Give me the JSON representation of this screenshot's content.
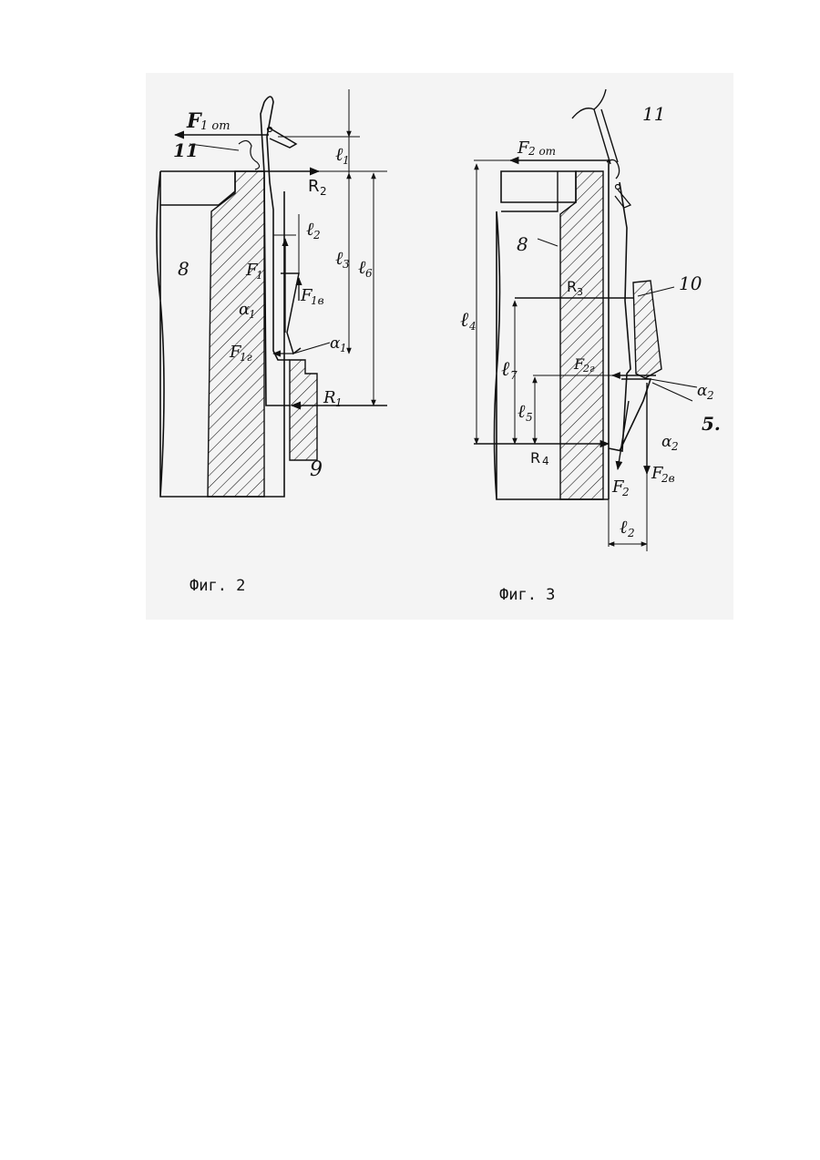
{
  "figures": [
    {
      "caption": "Фиг. 2",
      "labels": {
        "force_pull": "F",
        "force_pull_sub": "1 от",
        "part_11": "11",
        "part_8": "8",
        "part_9": "9",
        "R2": "R",
        "R2_sub": "2",
        "R1": "R",
        "R1_sub": "1",
        "F1": "F",
        "F1_sub": "1",
        "F1v": "F",
        "F1v_sub": "1в",
        "F1g": "F",
        "F1g_sub": "1г",
        "alpha1a": "α",
        "alpha1a_sub": "1",
        "alpha1b": "α",
        "alpha1b_sub": "1",
        "l1": "ℓ",
        "l1_sub": "1",
        "l2": "ℓ",
        "l2_sub": "2",
        "l3": "ℓ",
        "l3_sub": "3",
        "l6": "ℓ",
        "l6_sub": "6"
      }
    },
    {
      "caption": "Фиг. 3",
      "labels": {
        "force_pull": "F",
        "force_pull_sub": "2 от",
        "part_11": "11",
        "part_8": "8",
        "part_10": "10",
        "part_5": "5.",
        "R3": "R",
        "R3_sub": "3",
        "R4": "R",
        "R4_sub": "4",
        "F2g": "F",
        "F2g_sub": "2г",
        "F2": "F",
        "F2_sub": "2",
        "F2v": "F",
        "F2v_sub": "2в",
        "alpha2a": "α",
        "alpha2a_sub": "2",
        "alpha2b": "α",
        "alpha2b_sub": "2",
        "l4": "ℓ",
        "l4_sub": "4",
        "l7": "ℓ",
        "l7_sub": "7",
        "l5": "ℓ",
        "l5_sub": "5",
        "l2": "ℓ",
        "l2_sub": "2"
      }
    }
  ]
}
